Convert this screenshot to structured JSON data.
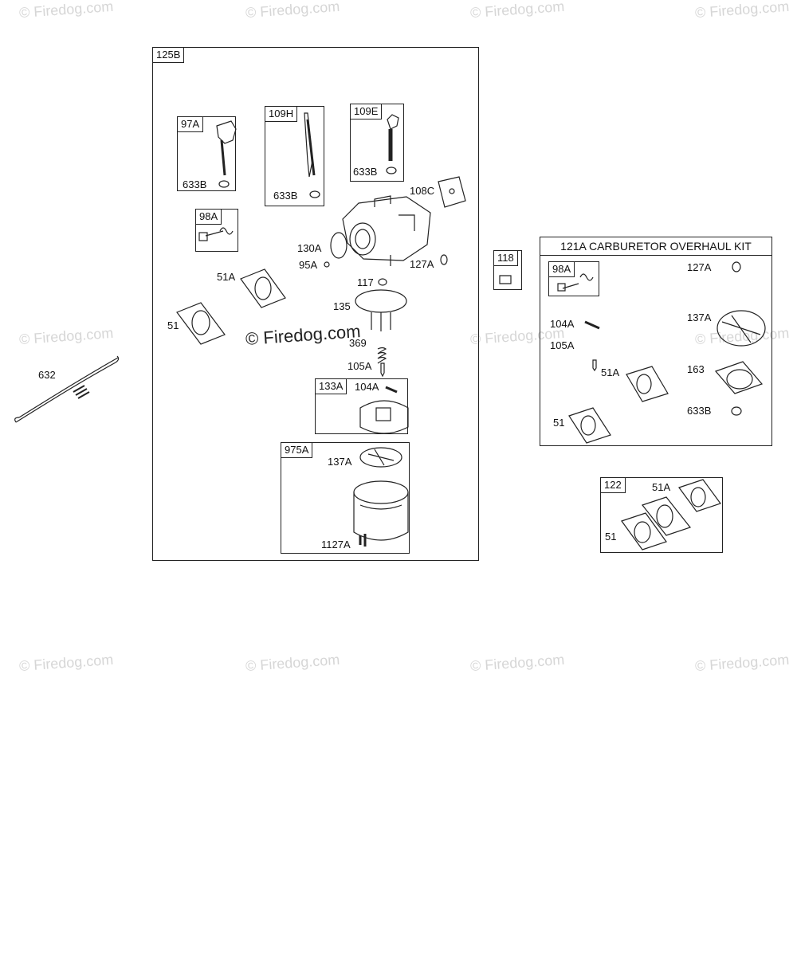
{
  "watermark": "© Firedog.com",
  "main_box": {
    "tag": "125B",
    "sub_boxes": {
      "b97a": {
        "tag": "97A",
        "part": "633B"
      },
      "b109h": {
        "tag": "109H",
        "part": "633B"
      },
      "b109e": {
        "tag": "109E",
        "part": "633B"
      },
      "b98a": {
        "tag": "98A"
      },
      "b133a": {
        "tag": "133A",
        "part": "104A"
      },
      "b975a": {
        "tag": "975A",
        "part_top": "137A",
        "part_bottom": "1127A"
      }
    },
    "labels": [
      "108C",
      "130A",
      "95A",
      "127A",
      "51A",
      "117",
      "135",
      "51",
      "369",
      "105A"
    ]
  },
  "left_part": {
    "label": "632"
  },
  "box_118": {
    "tag": "118"
  },
  "kit_box": {
    "title": "121A CARBURETOR OVERHAUL KIT",
    "inner_tag": "98A",
    "labels": [
      "127A",
      "104A",
      "105A",
      "137A",
      "51A",
      "163",
      "51",
      "633B"
    ]
  },
  "box_122": {
    "tag": "122",
    "labels": [
      "51A",
      "51"
    ]
  }
}
